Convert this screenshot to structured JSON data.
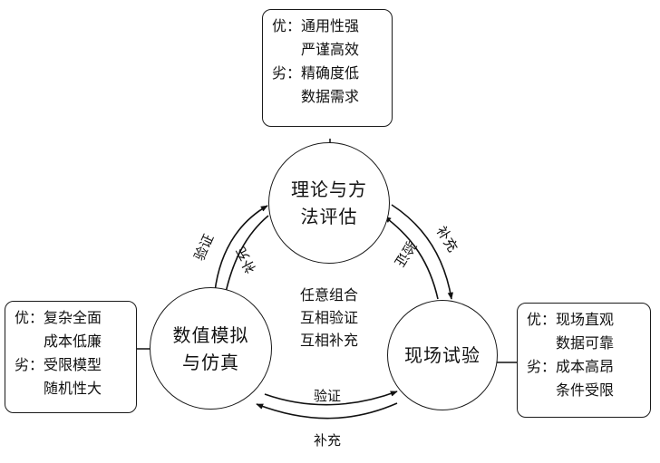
{
  "nodes": {
    "theory": {
      "lines": [
        "理论与方",
        "法评估"
      ]
    },
    "sim": {
      "lines": [
        "数值模拟",
        "与仿真"
      ]
    },
    "field": {
      "lines": [
        "现场试验"
      ]
    }
  },
  "boxes": {
    "theory": {
      "pros_label": "优：",
      "pros": [
        "通用性强",
        "严谨高效"
      ],
      "cons_label": "劣：",
      "cons": [
        "精确度低",
        "数据需求"
      ]
    },
    "sim": {
      "pros_label": "优：",
      "pros": [
        "复杂全面",
        "成本低廉"
      ],
      "cons_label": "劣：",
      "cons": [
        "受限模型",
        "随机性大"
      ]
    },
    "field": {
      "pros_label": "优：",
      "pros": [
        "现场直观",
        "数据可靠"
      ],
      "cons_label": "劣：",
      "cons": [
        "成本高昂",
        "条件受限"
      ]
    }
  },
  "center_text": [
    "任意组合",
    "互相验证",
    "互相补充"
  ],
  "edge_labels": {
    "left_outer": "验证",
    "left_inner": "补充",
    "right_outer": "补充",
    "right_inner": "验证",
    "bottom_inner": "验证",
    "bottom_outer": "补充"
  }
}
